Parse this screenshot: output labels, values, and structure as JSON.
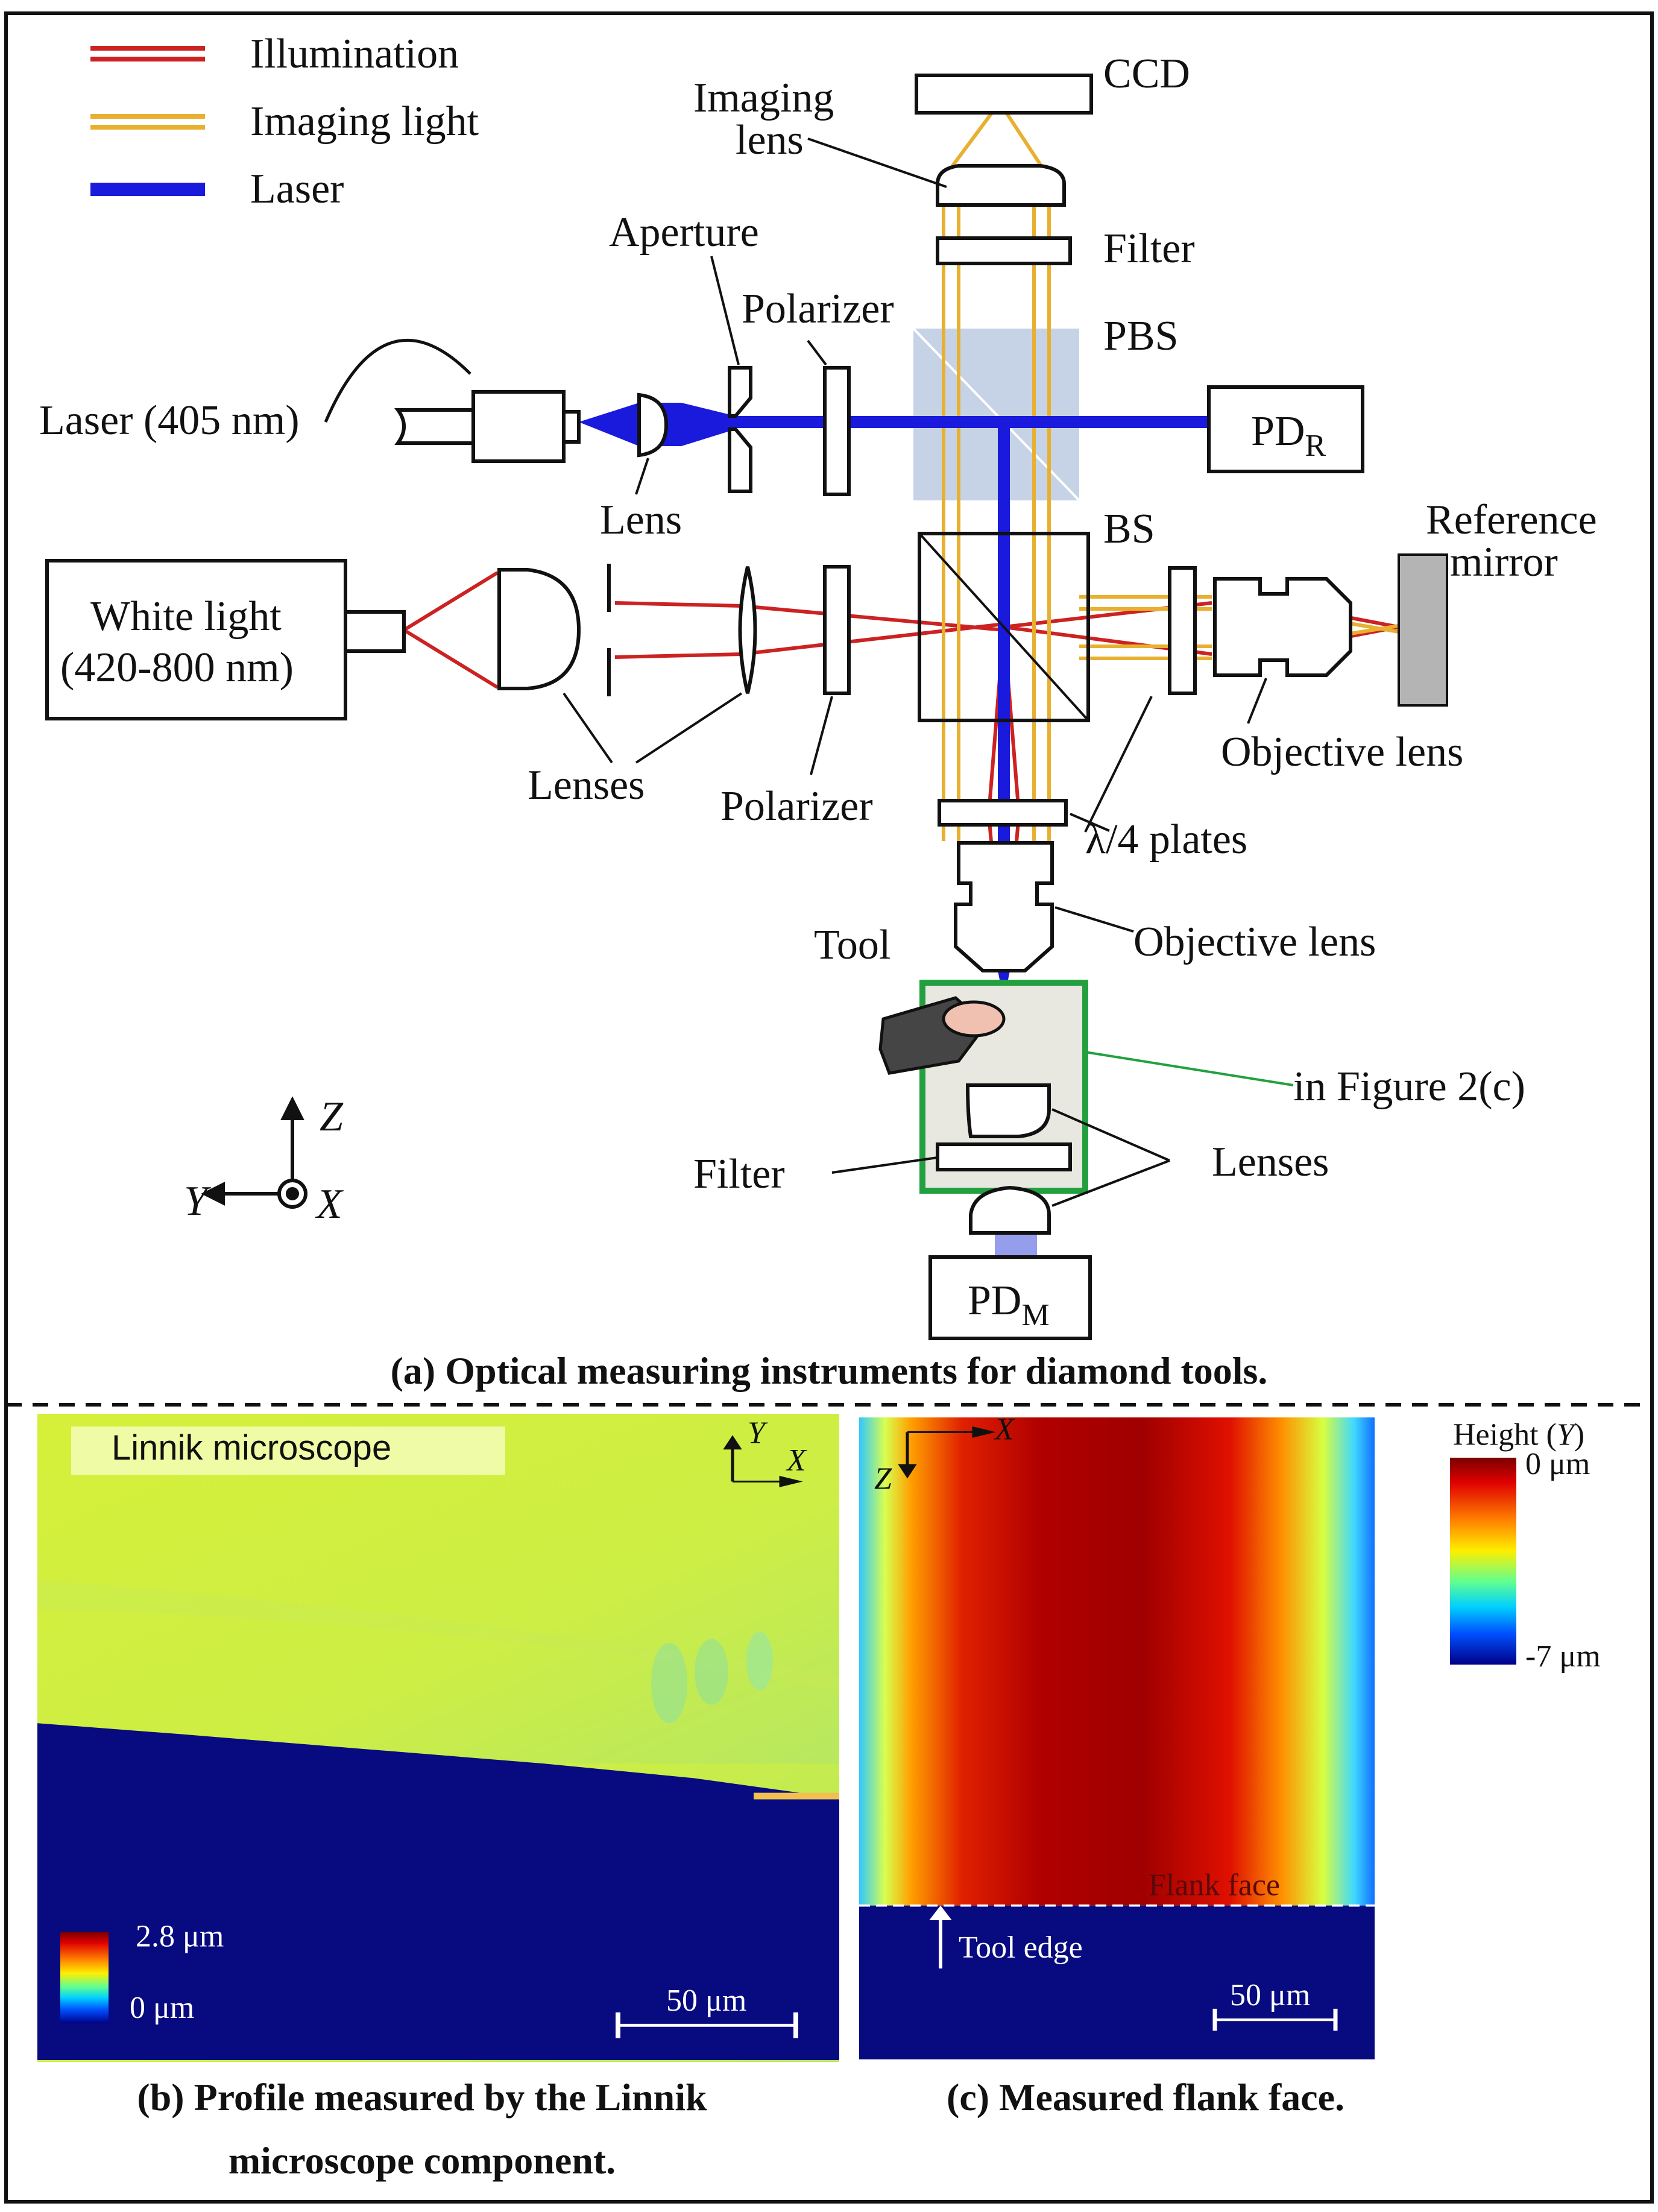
{
  "legend": {
    "items": [
      {
        "label": "Illumination",
        "color": "#cc2222"
      },
      {
        "label": "Imaging light",
        "color": "#e8b030"
      },
      {
        "label": "Laser",
        "color": "#1a1adc"
      }
    ]
  },
  "labels": {
    "ccd": "CCD",
    "imaging_lens_1": "Imaging",
    "imaging_lens_2": "lens",
    "filter_top": "Filter",
    "aperture": "Aperture",
    "polarizer_top": "Polarizer",
    "pbs": "PBS",
    "laser": "Laser (405 nm)",
    "pd_r_main": "PD",
    "pd_r_sub": "R",
    "lens": "Lens",
    "bs": "BS",
    "reference_1": "Reference",
    "reference_2": "mirror",
    "white_light_1": "White light",
    "white_light_2": "(420-800 nm)",
    "lenses_left": "Lenses",
    "polarizer_bottom": "Polarizer",
    "objective_right": "Objective lens",
    "quarter_wave": "λ/4 plates",
    "tool": "Tool",
    "objective_bottom": "Objective lens",
    "figure_ref": "in Figure 2(c)",
    "filter_bottom": "Filter",
    "lenses_right": "Lenses",
    "pd_m_main": "PD",
    "pd_m_sub": "M",
    "axis_z": "Z",
    "axis_y": "Y",
    "axis_x": "X"
  },
  "captions": {
    "a": "(a) Optical measuring instruments for diamond tools.",
    "b_line1": "(b) Profile measured by the Linnik",
    "b_line2": "microscope component.",
    "c": "(c) Measured flank face."
  },
  "panel_b": {
    "label": "Linnik microscope",
    "axis_y": "Y",
    "axis_x": "X",
    "colorbar_max": "2.8 μm",
    "colorbar_min": "0 μm",
    "scalebar": "50 μm"
  },
  "panel_c": {
    "axis_x": "X",
    "axis_z": "Z",
    "flank_label": "Flank face",
    "edge_label": "Tool edge",
    "scalebar": "50 μm",
    "colorbar_title_prefix": "Height (",
    "colorbar_title_var": "Y",
    "colorbar_title_suffix": ")",
    "colorbar_max": "0 μm",
    "colorbar_min": "-7 μm"
  },
  "colors": {
    "illumination": "#cc2222",
    "imaging": "#e8b030",
    "laser": "#1a1adc",
    "highlight_box": "#22a040",
    "surface_yellow": "#d8f23c",
    "dark_blue": "#080a80"
  }
}
